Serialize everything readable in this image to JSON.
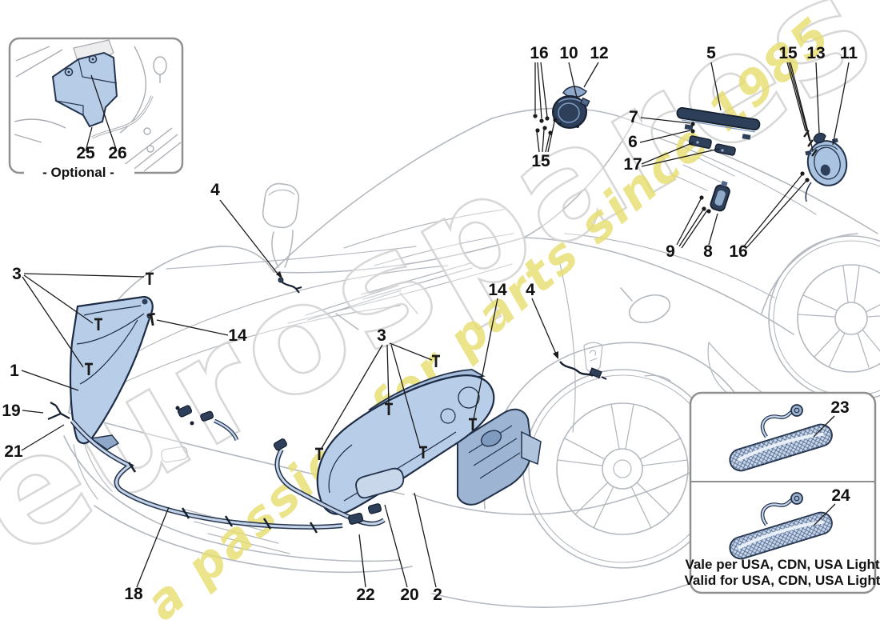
{
  "watermark": {
    "brand": "eurospares",
    "tagline": "a passion for parts since 1985",
    "brand_color": "#d2d2d2",
    "tagline_color": "#e7de6e"
  },
  "inset_box": {
    "label": "- Optional -"
  },
  "usa_box": {
    "note_line1": "Vale per USA, CDN, USA Light",
    "note_line2": "Valid for USA, CDN, USA Light"
  },
  "callouts": [
    {
      "label": "3"
    },
    {
      "label": "1"
    },
    {
      "label": "19"
    },
    {
      "label": "21"
    },
    {
      "label": "14"
    },
    {
      "label": "4"
    },
    {
      "label": "3"
    },
    {
      "label": "14"
    },
    {
      "label": "4"
    },
    {
      "label": "18"
    },
    {
      "label": "22"
    },
    {
      "label": "20"
    },
    {
      "label": "2"
    },
    {
      "label": "16"
    },
    {
      "label": "10"
    },
    {
      "label": "12"
    },
    {
      "label": "15"
    },
    {
      "label": "5"
    },
    {
      "label": "7"
    },
    {
      "label": "6"
    },
    {
      "label": "17"
    },
    {
      "label": "15"
    },
    {
      "label": "13"
    },
    {
      "label": "11"
    },
    {
      "label": "9"
    },
    {
      "label": "8"
    },
    {
      "label": "16"
    },
    {
      "label": "23"
    },
    {
      "label": "24"
    },
    {
      "label": "25"
    },
    {
      "label": "26"
    }
  ],
  "colors": {
    "part_fill_blue": "#b7cde8",
    "part_fill_dark": "#2e3f5a",
    "part_outline": "#22324a",
    "car_line_gray": "#b4b9c0",
    "leader_black": "#1a1a1a",
    "box_border_gray": "#8f8f8f"
  }
}
